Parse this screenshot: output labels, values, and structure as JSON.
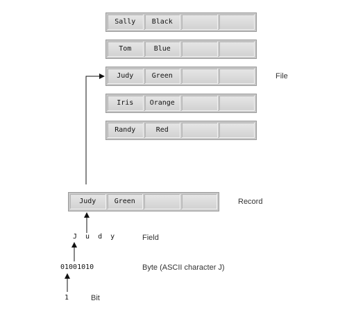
{
  "file": {
    "label": "File",
    "records": [
      {
        "name": "Sally",
        "color": "Black"
      },
      {
        "name": "Tom",
        "color": "Blue"
      },
      {
        "name": "Judy",
        "color": "Green"
      },
      {
        "name": "Iris",
        "color": "Orange"
      },
      {
        "name": "Randy",
        "color": "Red"
      }
    ]
  },
  "record": {
    "label": "Record",
    "name": "Judy",
    "color": "Green"
  },
  "field": {
    "label": "Field",
    "value": "J u d y"
  },
  "byte": {
    "label": "Byte (ASCII character J)",
    "value": "01001010"
  },
  "bit": {
    "label": "Bit",
    "value": "1"
  }
}
